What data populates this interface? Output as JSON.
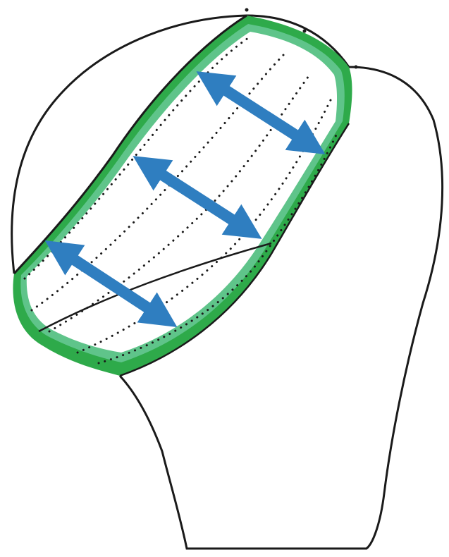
{
  "diagram": {
    "subject": "humeral-head-with-rotator-cuff-footprint",
    "colors": {
      "background": "#ffffff",
      "bone_outline": "#1a1a1a",
      "band_green": "#2eaa4a",
      "band_green_light": "#5fc48a",
      "band_fill": "#ffffff",
      "dotted_line": "#1a1a1a",
      "arrow_blue": "#2f7ec0"
    },
    "arrow_count": 3,
    "arrow_style": "double-headed",
    "band_style": "dotted-striped"
  }
}
